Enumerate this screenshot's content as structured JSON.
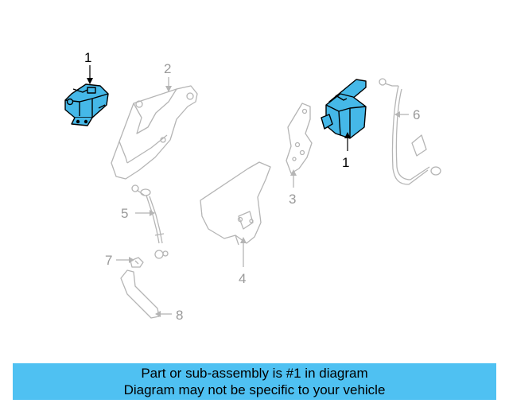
{
  "callouts": {
    "c1_left": "1",
    "c1_right": "1",
    "c2": "2",
    "c3": "3",
    "c4": "4",
    "c5": "5",
    "c6": "6",
    "c7": "7",
    "c8": "8"
  },
  "banner": {
    "line1": "Part or sub-assembly is #1 in diagram",
    "line2": "Diagram may not be specific to your vehicle"
  },
  "colors": {
    "highlight": "#45b8e8",
    "banner": "#4fc1f2",
    "ghost_line": "#b5b5b5",
    "outline": "#000000"
  }
}
